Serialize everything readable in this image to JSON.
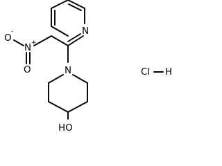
{
  "molecule": {
    "ring_nitrogen": "N",
    "nitro": {
      "nitrogen": "N",
      "nitrogen_charge": "+",
      "oxygen_single": "O",
      "oxygen_single_charge": "-",
      "oxygen_double": "O"
    },
    "piperidine_nitrogen": "N",
    "hydroxyl": "HO"
  },
  "salt": {
    "chlorine": "Cl",
    "hydrogen": "H"
  }
}
